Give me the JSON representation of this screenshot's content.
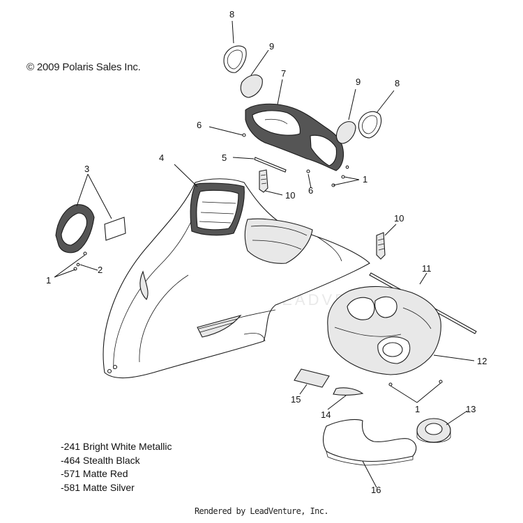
{
  "copyright": "© 2009 Polaris Sales Inc.",
  "color_codes": [
    "-241 Bright White Metallic",
    "-464 Stealth Black",
    "-571 Matte Red",
    "-581 Matte Silver"
  ],
  "footer": "Rendered by LeadVenture, Inc.",
  "watermark": "LEADVENTURE",
  "callouts": {
    "c1a": "1",
    "c1b": "1",
    "c1c": "1",
    "c2": "2",
    "c3": "3",
    "c4": "4",
    "c5": "5",
    "c6a": "6",
    "c6b": "6",
    "c7": "7",
    "c8a": "8",
    "c8b": "8",
    "c9a": "9",
    "c9b": "9",
    "c10a": "10",
    "c10b": "10",
    "c11": "11",
    "c12": "12",
    "c13": "13",
    "c14": "14",
    "c15": "15",
    "c16": "16"
  }
}
